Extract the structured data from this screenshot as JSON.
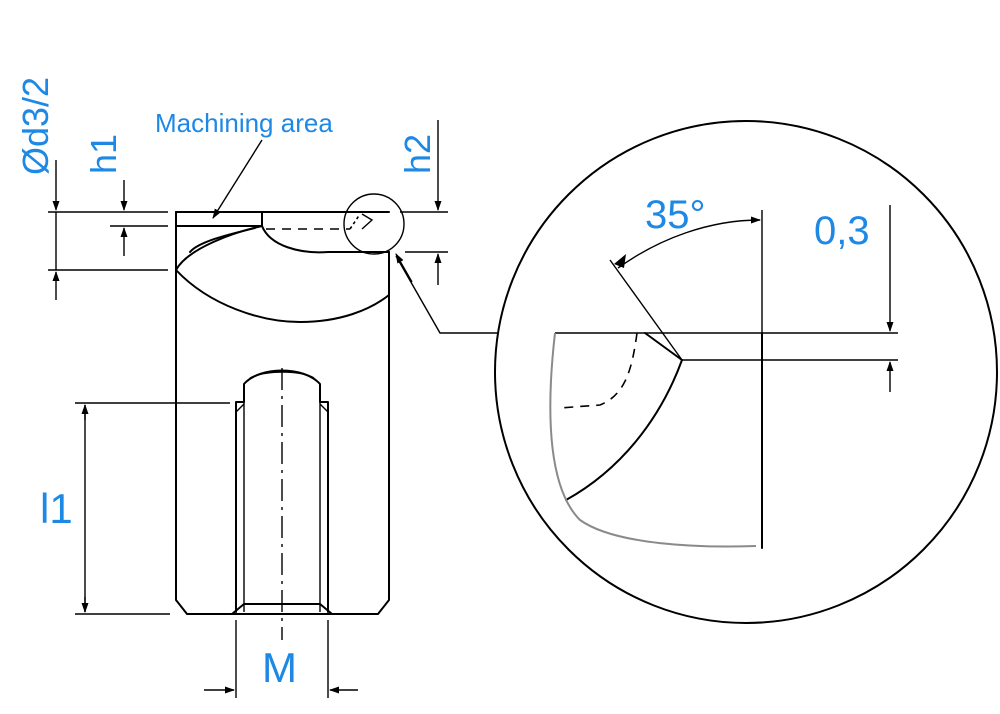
{
  "labels": {
    "diameter": "Ød3/2",
    "h1": "h1",
    "h2": "h2",
    "machining_area": "Machining area",
    "l1": "l1",
    "m": "M",
    "angle": "35°",
    "chamfer": "0,3"
  },
  "colors": {
    "label": "#1e88e5",
    "line": "#000000",
    "detail_edge": "#8a8a8a"
  }
}
